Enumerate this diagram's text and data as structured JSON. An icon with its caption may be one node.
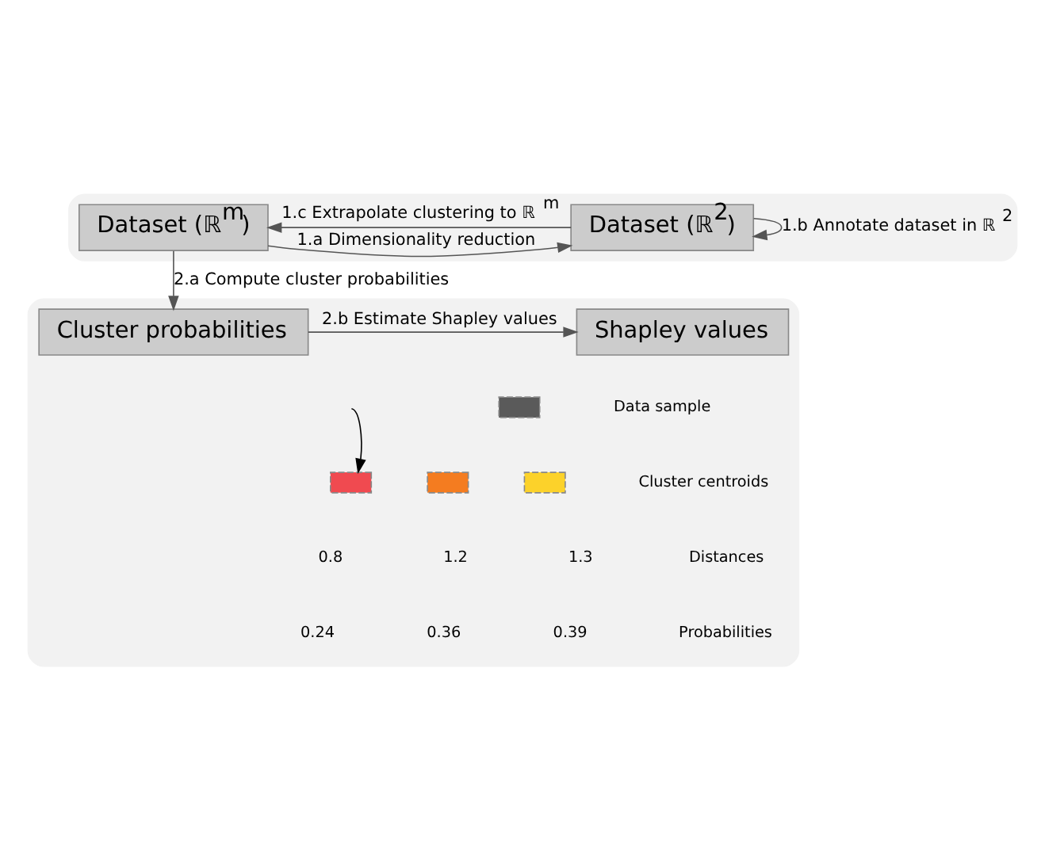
{
  "diagram": {
    "nodes": [
      {
        "text": [],
        "shape": "box"
      },
      {
        "text": [
          "Dataset (ℝ$^{m}$)"
        ],
        "in": 0
      },
      {
        "text": [
          "Dataset (ℝ$^{2}$)"
        ],
        "in": 0
      },
      {
        "text": [],
        "shape": "box"
      },
      {
        "text": [
          "Cluster probabilities"
        ],
        "in": 3
      },
      {
        "text": [
          "Shapley values"
        ],
        "in": 3
      },
      {
        "text": [],
        "shape": "box",
        "in": 3
      },
      {
        "text": [],
        "shape": "box",
        "in": 3
      },
      {
        "text": [],
        "shape": "box",
        "in": 3
      },
      {
        "text": [],
        "shape": "box",
        "in": 3
      }
    ],
    "edges": [
      {
        "from": 1,
        "to": 2,
        "arrow": "to",
        "label": "1.a Dimensionality reduction"
      },
      {
        "from": 2,
        "to": 2,
        "arrow": "to",
        "label": "1.b Annotate dataset in ℝ$^{2}$"
      },
      {
        "from": 2,
        "to": 1,
        "arrow": "to",
        "label": "1.c Extrapolate clustering to ℝ$^{m}$"
      },
      {
        "from": 1,
        "to": 4,
        "arrow": "to",
        "label": "2.a Compute cluster probabilities"
      },
      {
        "from": 4,
        "to": 5,
        "arrow": "to",
        "label": "2.b Estimate Shapley values"
      },
      {
        "from": null,
        "to": 7,
        "arrow": "to",
        "color": "#000000"
      }
    ],
    "labels": [
      "Data sample",
      "Cluster centroids",
      "0.8",
      "1.2",
      "1.3",
      "Distances",
      "0.24",
      "0.36",
      "0.39",
      "Probabilities"
    ]
  }
}
